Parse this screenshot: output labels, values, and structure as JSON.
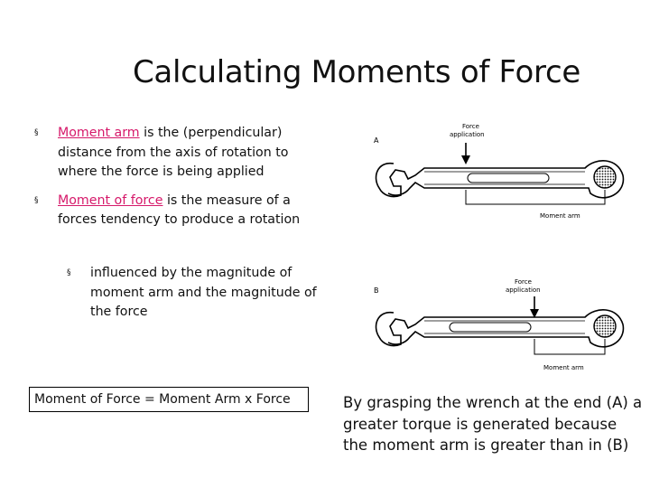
{
  "slide": {
    "title": "Calculating Moments of Force",
    "bullets": [
      {
        "term": "Moment arm",
        "text": " is the (perpendicular) distance from the axis of rotation to where the force is being applied"
      },
      {
        "term": "Moment of force",
        "text": " is the measure of a forces tendency to produce a rotation"
      }
    ],
    "sub_bullet": "influenced by the magnitude of moment arm and the magnitude of the force",
    "bullet_marker": "§",
    "formula": "Moment of Force = Moment Arm x Force",
    "caption": "By grasping the wrench at the end (A) a greater torque is generated because the moment arm is greater than in (B)",
    "colors": {
      "term": "#d6196a",
      "text": "#111111"
    }
  },
  "figure": {
    "panel_a": {
      "letter": "A",
      "force_label_1": "Force",
      "force_label_2": "application",
      "arm_label": "Moment arm"
    },
    "panel_b": {
      "letter": "B",
      "force_label_1": "Force",
      "force_label_2": "application",
      "arm_label": "Moment arm"
    }
  }
}
